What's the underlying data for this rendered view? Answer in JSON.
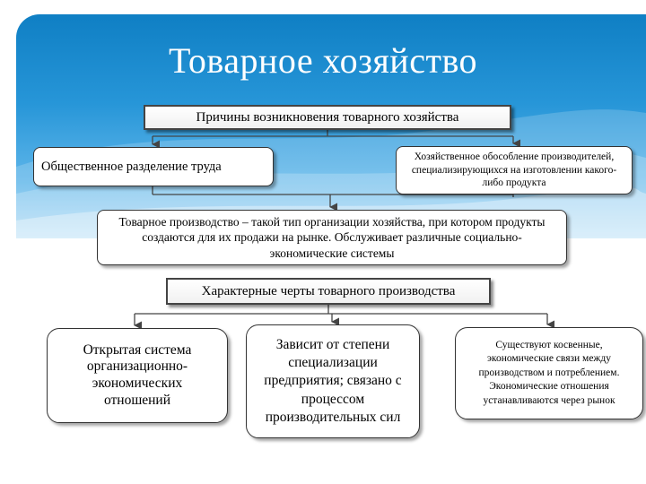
{
  "title": "Товарное хозяйство",
  "causes_header": "Причины возникновения товарного хозяйства",
  "causes": [
    "Общественное разделение труда",
    "Хозяйственное обособление производителей, специализирующихся на изготовлении какого-либо продукта"
  ],
  "definition": "Товарное производство – такой тип организации хозяйства, при котором продукты создаются для их продажи на рынке. Обслуживает различные социально-экономические системы",
  "features_header": "Характерные черты товарного производства",
  "features": [
    "Открытая система организационно-экономических отношений",
    "Зависит от степени специализации предприятия; связано с процессом производительных сил",
    "Существуют косвенные, экономические связи между производством и потреблением. Экономические отношения устанавливаются через рынок"
  ],
  "colors": {
    "banner_top": "#0f7fc4",
    "banner_bottom": "#a8d8f4",
    "box_border": "#333333",
    "connector": "#444444",
    "title_text": "#ffffff"
  }
}
